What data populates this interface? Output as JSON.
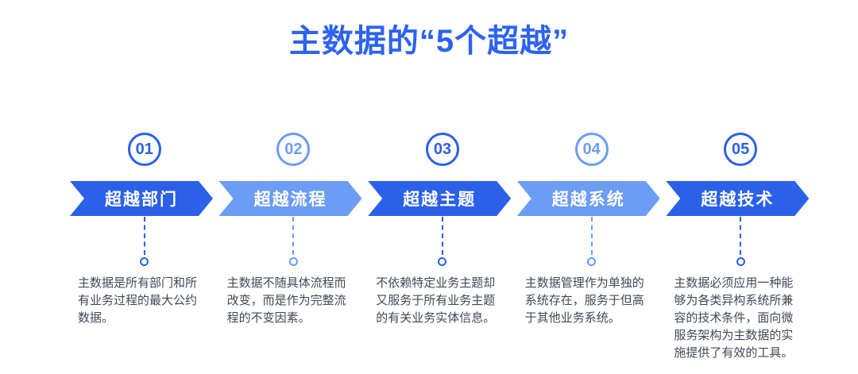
{
  "title": "主数据的“5个超越”",
  "palette": {
    "dark_blue": "#2B60E8",
    "light_blue": "#6C9CF3",
    "title_blue": "#2D63EF",
    "text_gray": "#424854",
    "background": "#FFFFFF"
  },
  "columns": [
    {
      "number": "01",
      "label": "超越部门",
      "tone": "dark",
      "description": "主数据是所有部门和所\n有业务过程的最大公约\n数据。"
    },
    {
      "number": "02",
      "label": "超越流程",
      "tone": "light",
      "description": "主数据不随具体流程而\n改变，而是作为完整流\n程的不变因素。"
    },
    {
      "number": "03",
      "label": "超越主题",
      "tone": "dark",
      "description": "不依赖特定业务主题却\n又服务于所有业务主题\n的有关业务实体信息。"
    },
    {
      "number": "04",
      "label": "超越系统",
      "tone": "light",
      "description": "主数据管理作为单独的\n系统存在，服务于但高\n于其他业务系统。"
    },
    {
      "number": "05",
      "label": "超越技术",
      "tone": "dark",
      "description": "主数据必须应用一种能\n够为各类异构系统所兼\n容的技术条件，面向微\n服务架构为主数据的实\n施提供了有效的工具。"
    }
  ]
}
